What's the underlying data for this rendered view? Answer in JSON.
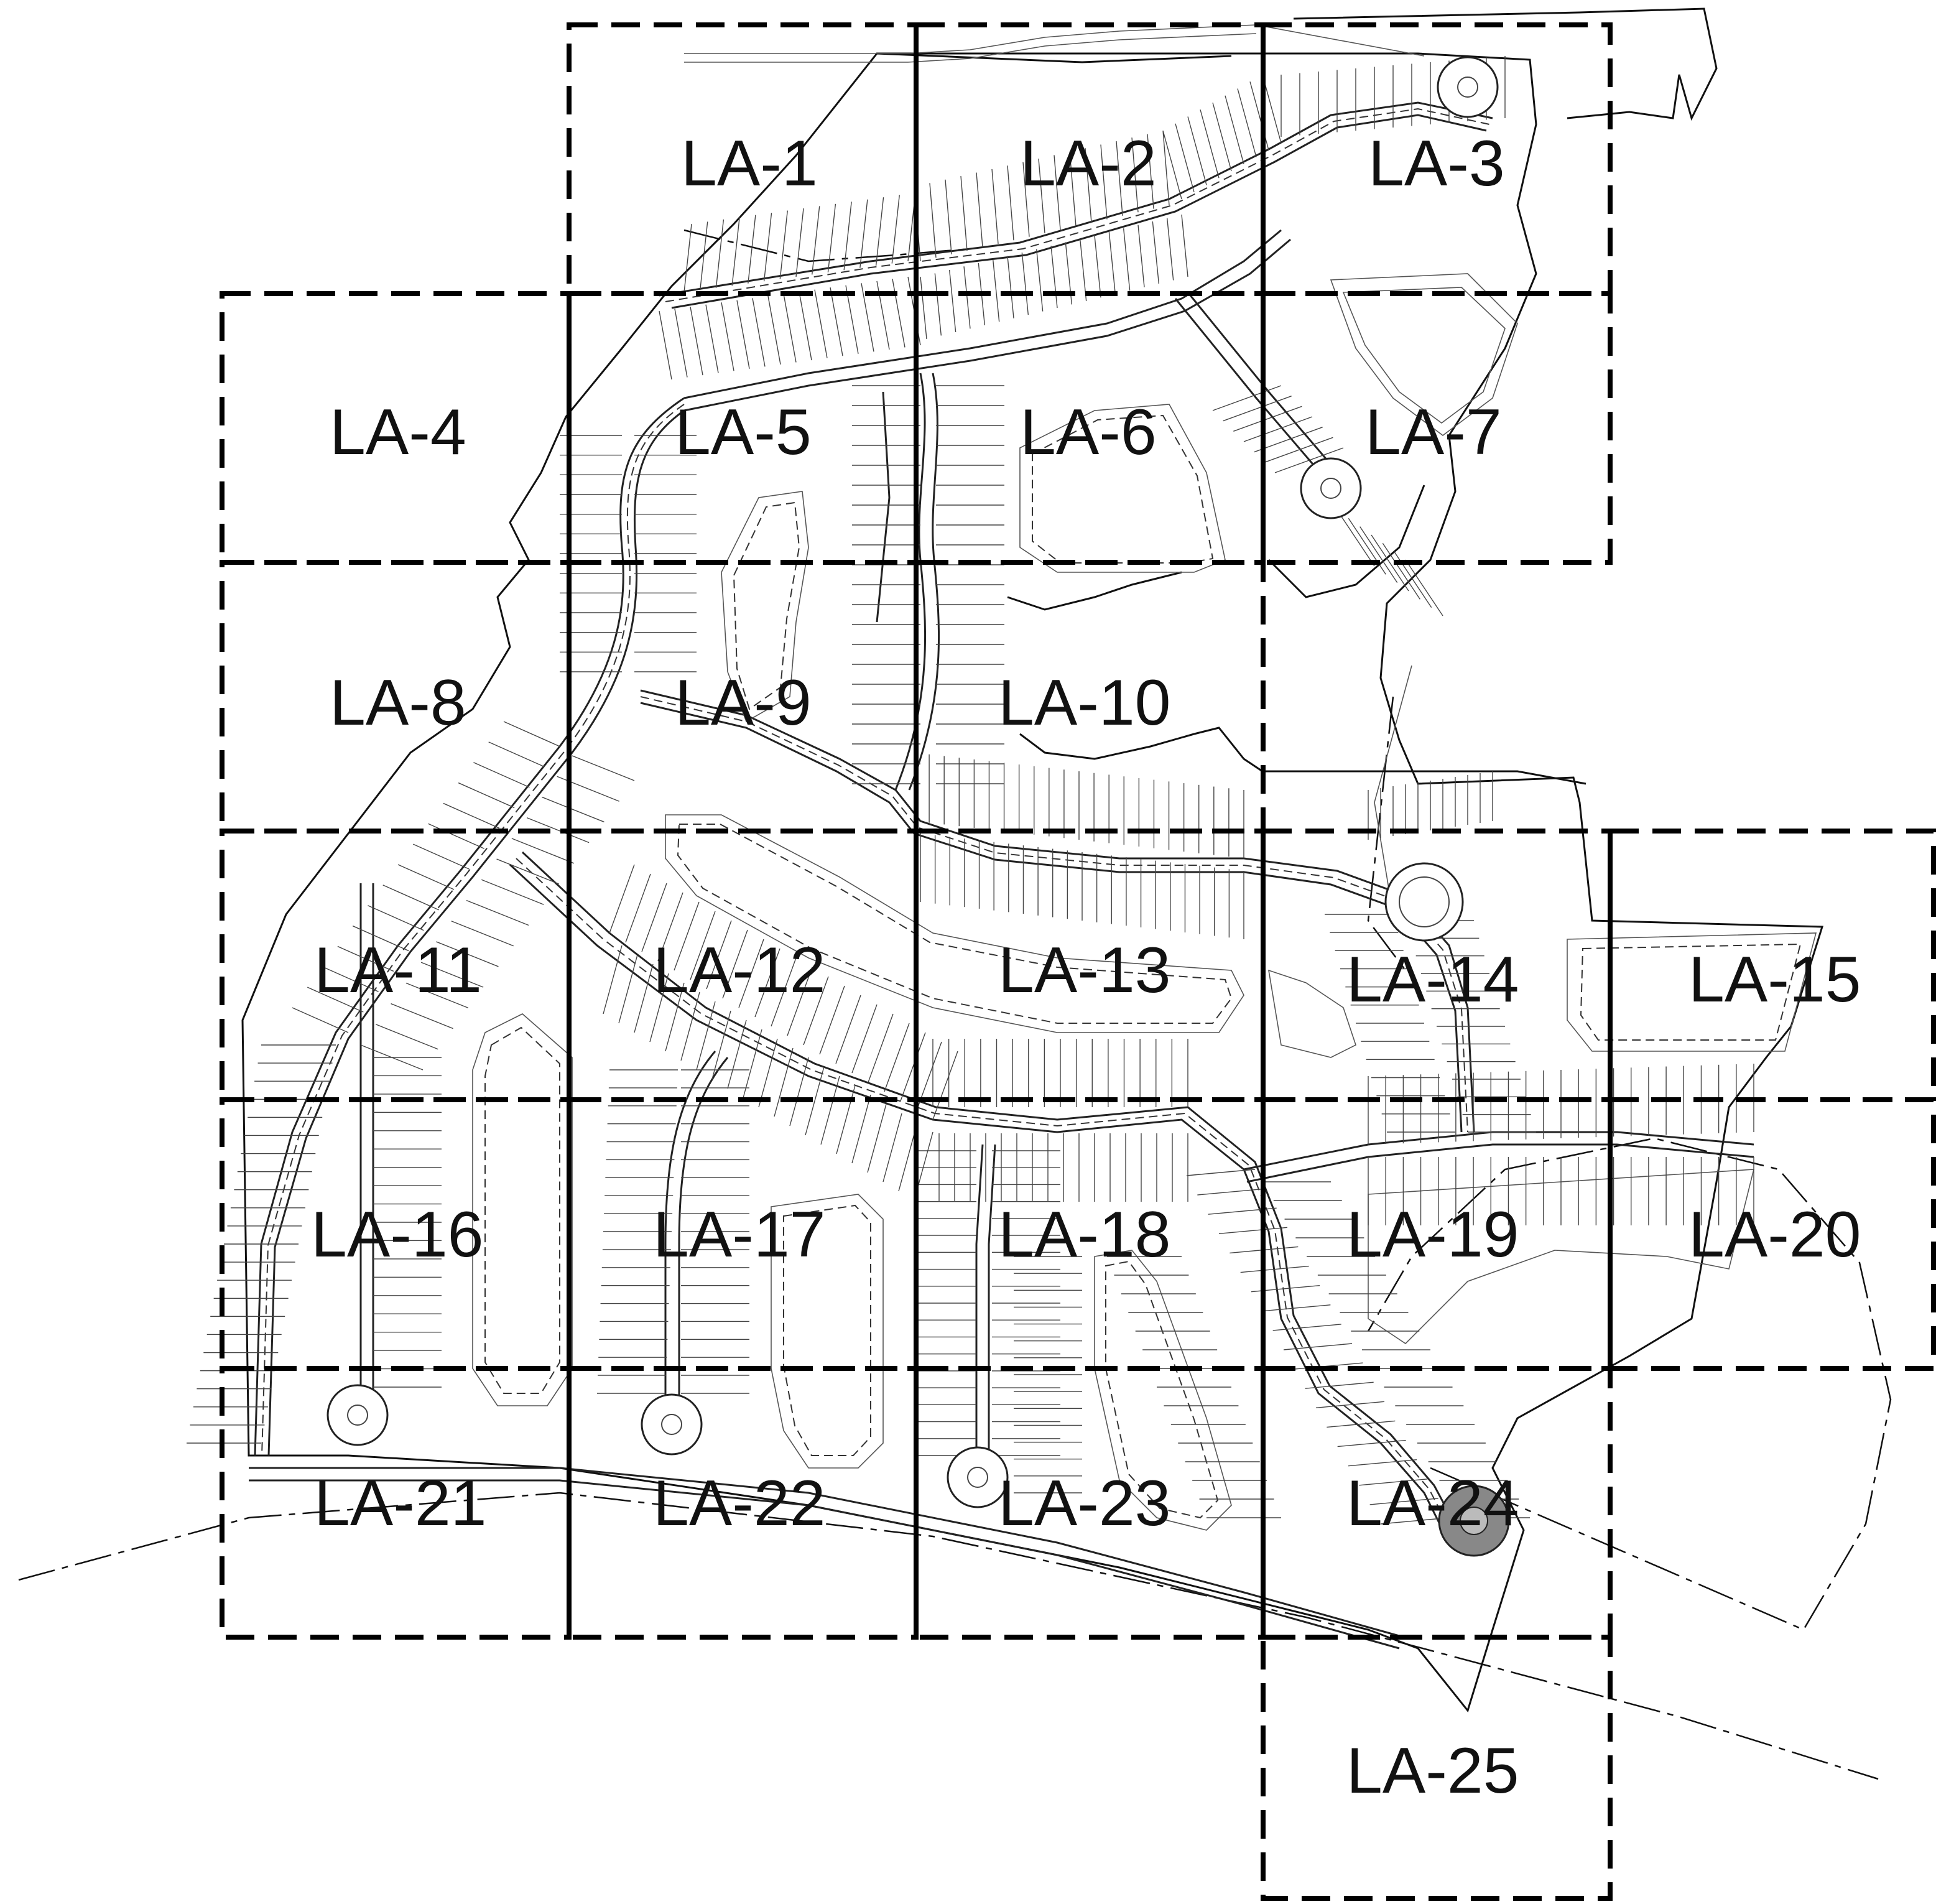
{
  "sheets": [
    {
      "label": "LA-1"
    },
    {
      "label": "LA-2"
    },
    {
      "label": "LA-3"
    },
    {
      "label": "LA-4"
    },
    {
      "label": "LA-5"
    },
    {
      "label": "LA-6"
    },
    {
      "label": "LA-7"
    },
    {
      "label": "LA-8"
    },
    {
      "label": "LA-9"
    },
    {
      "label": "LA-10"
    },
    {
      "label": "LA-11"
    },
    {
      "label": "LA-12"
    },
    {
      "label": "LA-13"
    },
    {
      "label": "LA-14"
    },
    {
      "label": "LA-15"
    },
    {
      "label": "LA-16"
    },
    {
      "label": "LA-17"
    },
    {
      "label": "LA-18"
    },
    {
      "label": "LA-19"
    },
    {
      "label": "LA-20"
    },
    {
      "label": "LA-21"
    },
    {
      "label": "LA-22"
    },
    {
      "label": "LA-23"
    },
    {
      "label": "LA-24"
    },
    {
      "label": "LA-25"
    }
  ],
  "colors": {
    "ink": "#111111",
    "background": "#ffffff"
  }
}
